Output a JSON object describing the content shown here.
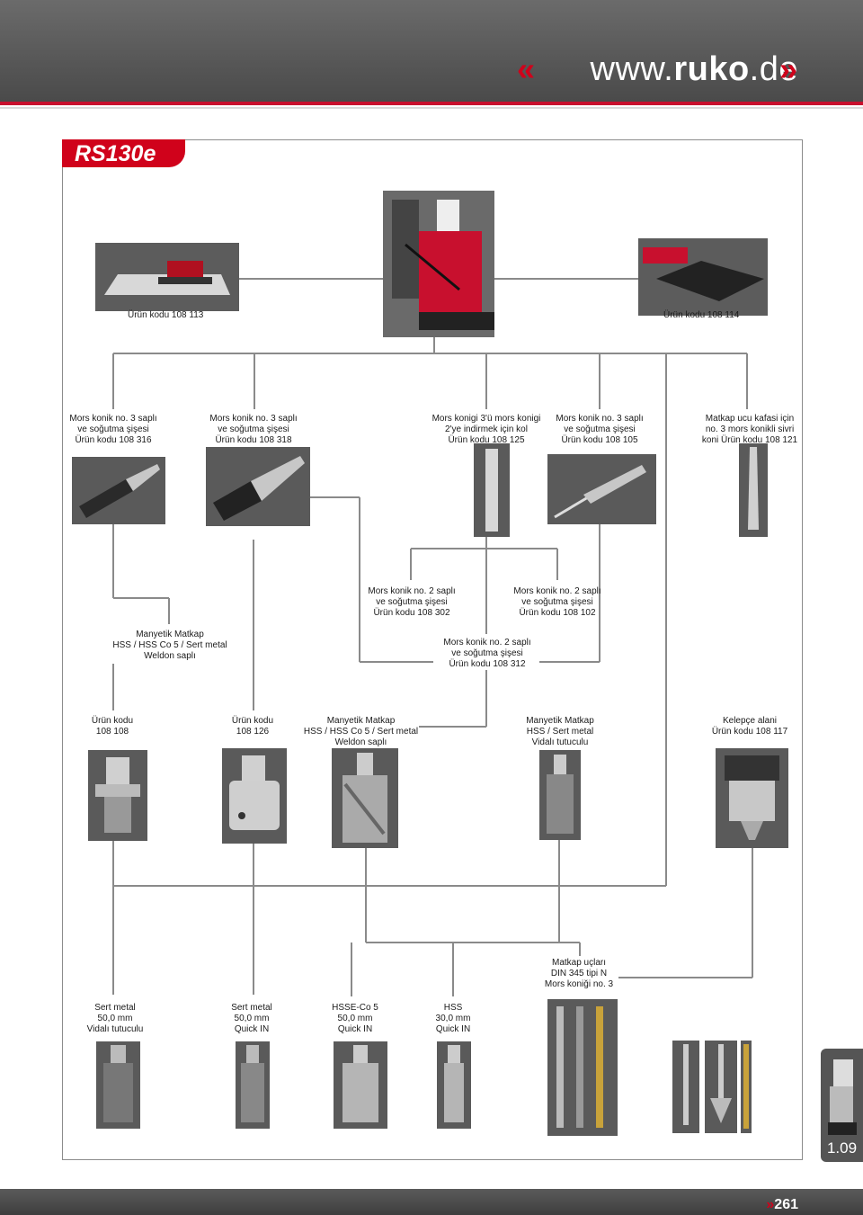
{
  "header": {
    "left_raquo": "«",
    "site_prefix": "www.",
    "site_bold": "ruko",
    "site_suffix": ".de",
    "right_raquo": "»"
  },
  "model_tab": "RS130e",
  "top_items": {
    "left_label": "Ürün kodu 108 113",
    "right_label": "Ürün kodu 108 114"
  },
  "row1": [
    "Mors konik no. 3 saplı\nve soğutma şişesi\nÜrün kodu 108 316",
    "Mors konik no. 3 saplı\nve soğutma şişesi\nÜrün kodu 108 318",
    "Mors konigi 3'ü mors konigi\n2'ye indirmek için kol\nÜrün kodu 108 125",
    "Mors konik no. 3 saplı\nve soğutma şişesi\nÜrün kodu 108 105",
    "Matkap ucu kafasi için\nno. 3 mors konikli sivri\nkoni Ürün kodu 108 121"
  ],
  "row2": [
    "Mors konik no. 2 saplı\nve soğutma şişesi\nÜrün kodu 108 302",
    "Mors konik no. 2 saplı\nve soğutma şişesi\nÜrün kodu 108 102",
    "Manyetik Matkap\nHSS / HSS Co 5 / Sert metal\nWeldon saplı",
    "Mors konik no. 2 saplı\nve soğutma şişesi\nÜrün kodu 108 312"
  ],
  "row3": [
    "Ürün kodu\n108 108",
    "Ürün kodu\n108 126",
    "Manyetik Matkap\nHSS / HSS Co 5 / Sert metal\nWeldon saplı",
    "Manyetik Matkap\nHSS / Sert metal\nVidalı tutuculu",
    "Kelepçe alani\nÜrün kodu 108 117"
  ],
  "row4": [
    "Sert metal\n50,0 mm\nVidalı tutuculu",
    "Sert metal\n50,0 mm\nQuick IN",
    "HSSE-Co 5\n50,0 mm\nQuick IN",
    "HSS\n30,0 mm\nQuick IN",
    "Matkap uçları\nDIN 345 tipi N\nMors koniği no. 3"
  ],
  "side_tab_number": "1.09",
  "footer": {
    "raquo": "»",
    "page": "261"
  }
}
